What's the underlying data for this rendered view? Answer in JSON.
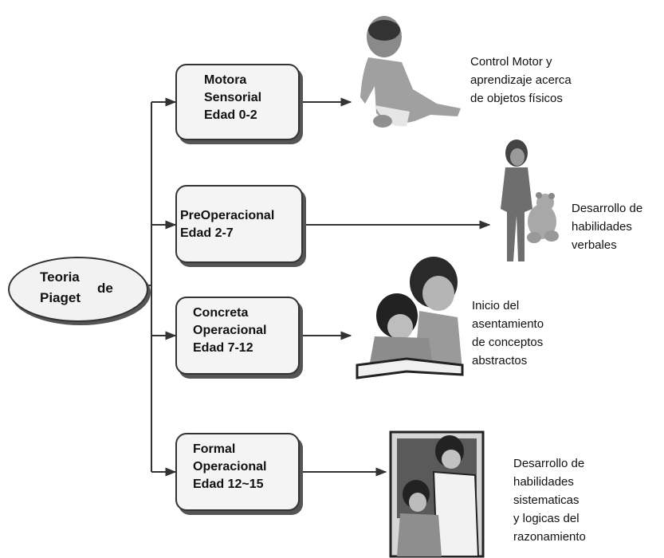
{
  "root": {
    "line1": "Teoria",
    "line2": "Piaget",
    "connector": "de"
  },
  "stages": [
    {
      "lines": [
        "Motora",
        "Sensorial",
        "Edad 0-2"
      ],
      "description": [
        "Control Motor y",
        "aprendizaje acerca",
        "de objetos físicos"
      ],
      "picture": "baby-sitting-illustration"
    },
    {
      "lines": [
        "PreOperacional",
        "Edad 2-7"
      ],
      "description": [
        "Desarrollo de",
        "habilidades",
        "verbales"
      ],
      "picture": "girl-with-teddy-bear-illustration"
    },
    {
      "lines": [
        "Concreta",
        "Operacional",
        "Edad 7-12"
      ],
      "description": [
        "Inicio del",
        "asentamiento",
        "de conceptos",
        "abstractos"
      ],
      "picture": "adult-reading-to-child-illustration"
    },
    {
      "lines": [
        "Formal",
        "Operacional",
        "Edad 12~15"
      ],
      "description": [
        "Desarrollo de",
        "habilidades",
        "sistematicas",
        "y logicas del",
        "razonamiento"
      ],
      "picture": "teacher-and-student-illustration"
    }
  ],
  "colors": {
    "line": "#333333",
    "box_fill": "#f4f4f4",
    "shadow": "#555555"
  }
}
